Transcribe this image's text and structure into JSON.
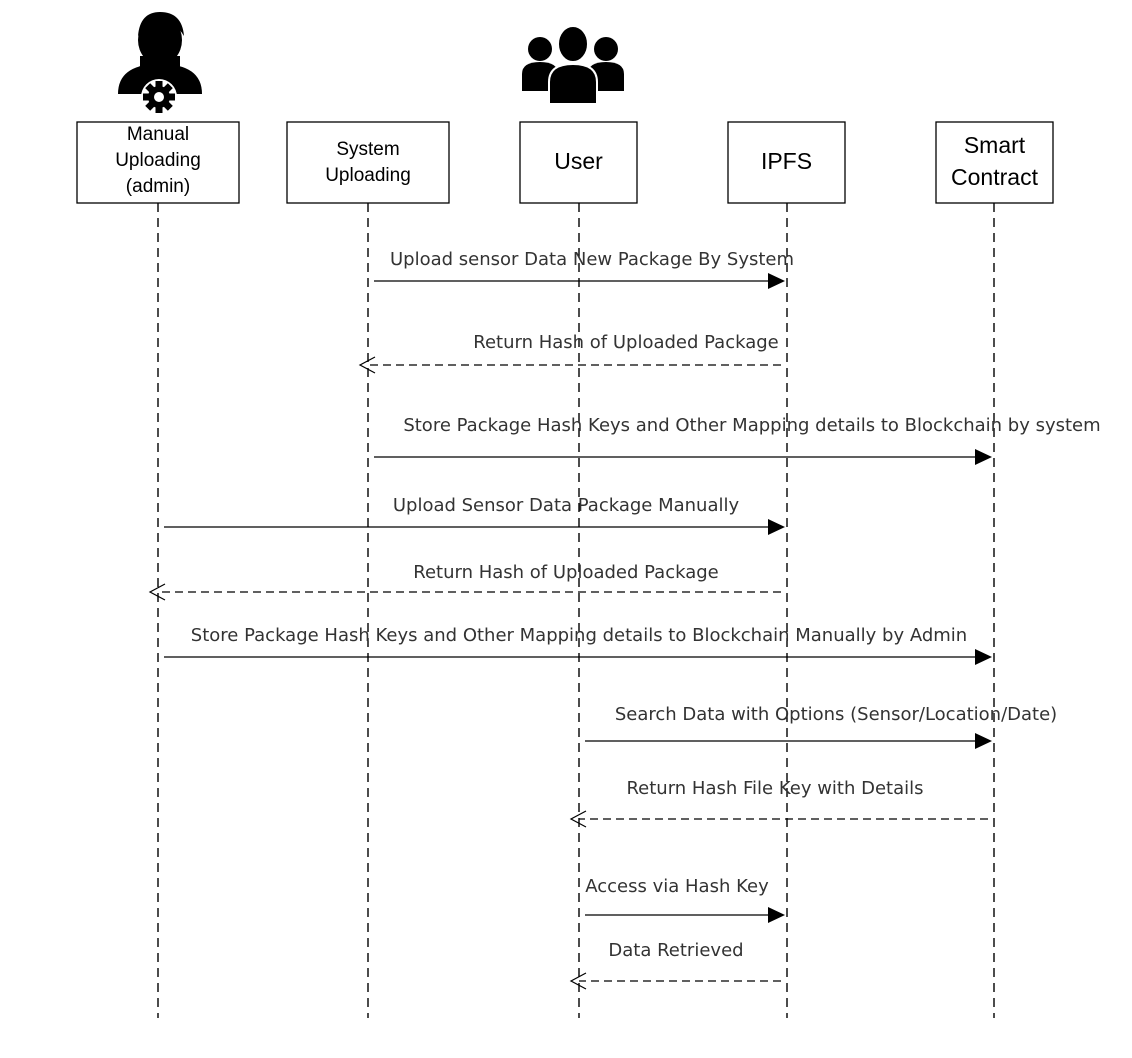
{
  "participants": [
    {
      "id": "admin",
      "lines": [
        "Manual",
        "Uploading",
        "(admin)"
      ],
      "icon": "admin-gear-icon"
    },
    {
      "id": "system",
      "lines": [
        "System",
        "Uploading"
      ]
    },
    {
      "id": "user",
      "lines": [
        "User"
      ],
      "icon": "user-group-icon"
    },
    {
      "id": "ipfs",
      "lines": [
        "IPFS"
      ]
    },
    {
      "id": "contract",
      "lines": [
        "Smart",
        "Contract"
      ]
    }
  ],
  "messages": [
    {
      "from": "system",
      "to": "ipfs",
      "label": "Upload sensor Data New Package By System",
      "style": "solid"
    },
    {
      "from": "ipfs",
      "to": "system",
      "label": "Return Hash of Uploaded Package",
      "style": "dashed"
    },
    {
      "from": "system",
      "to": "contract",
      "label": "Store Package Hash Keys and Other Mapping details to Blockchain by system",
      "style": "solid"
    },
    {
      "from": "admin",
      "to": "ipfs",
      "label": "Upload Sensor Data Package Manually",
      "style": "solid"
    },
    {
      "from": "ipfs",
      "to": "admin",
      "label": "Return Hash of Uploaded Package",
      "style": "dashed"
    },
    {
      "from": "admin",
      "to": "contract",
      "label": "Store Package Hash Keys and Other Mapping details to Blockchain Manually by Admin",
      "style": "solid"
    },
    {
      "from": "user",
      "to": "contract",
      "label": "Search Data with Options (Sensor/Location/Date)",
      "style": "solid"
    },
    {
      "from": "contract",
      "to": "user",
      "label": "Return Hash File Key with Details",
      "style": "dashed"
    },
    {
      "from": "user",
      "to": "ipfs",
      "label": "Access via Hash Key",
      "style": "solid"
    },
    {
      "from": "ipfs",
      "to": "user",
      "label": "Data Retrieved",
      "style": "dashed"
    }
  ]
}
